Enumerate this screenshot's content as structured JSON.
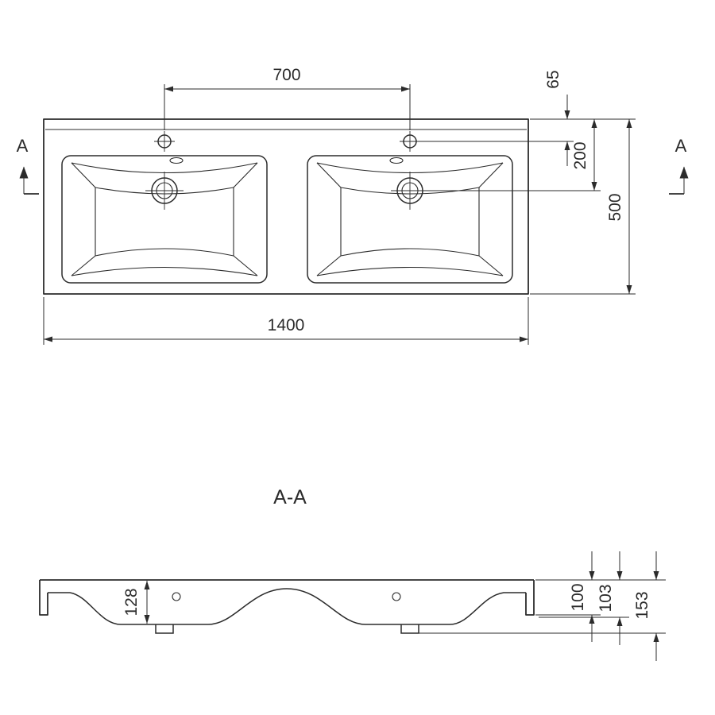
{
  "colors": {
    "line": "#2b2b2b",
    "background": "#ffffff"
  },
  "top_view": {
    "dim_faucet_spacing": "700",
    "dim_faucet_offset": "65",
    "dim_drain_offset": "200",
    "dim_depth": "500",
    "dim_width": "1400",
    "section_marker_left": "A",
    "section_marker_right": "A"
  },
  "section_view": {
    "title": "A-A",
    "dim_bowl_depth": "128",
    "dim_front_height": "100",
    "dim_edge_height": "103",
    "dim_total_height": "153"
  }
}
